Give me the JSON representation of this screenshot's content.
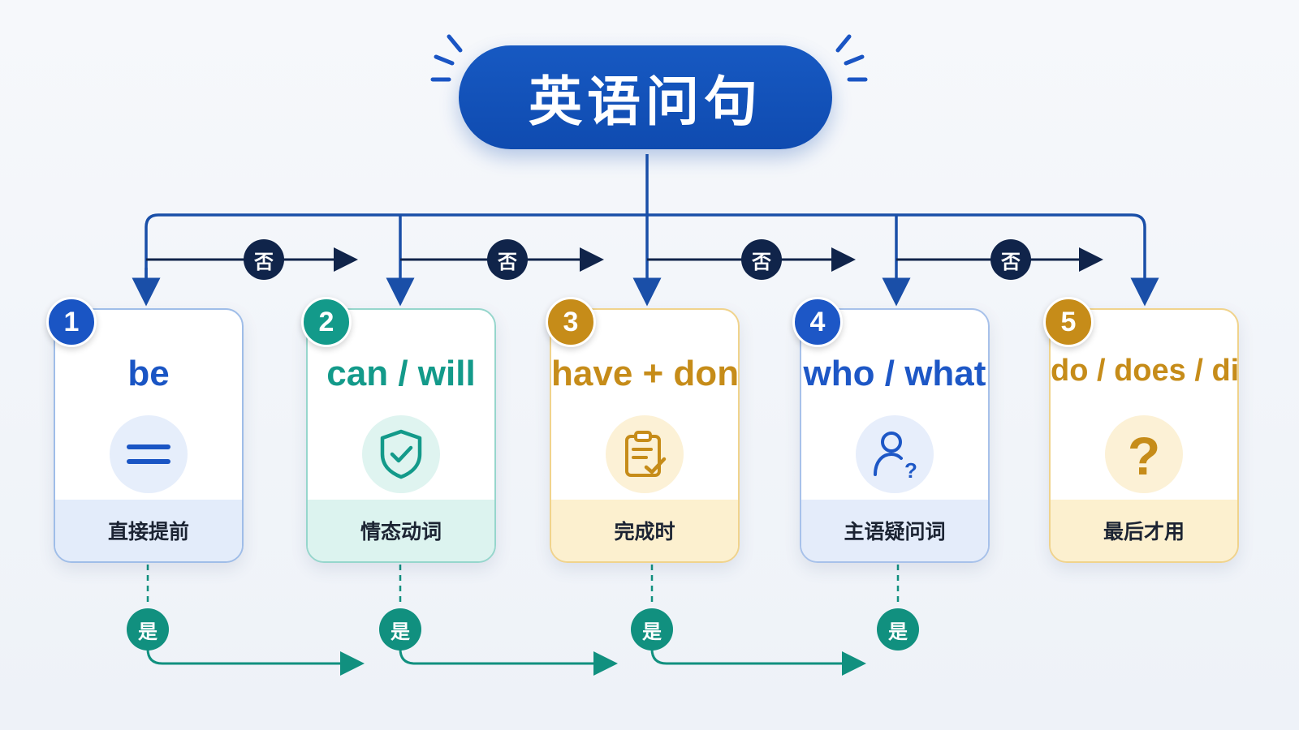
{
  "title": "英语问句",
  "no_label": "否",
  "yes_label": "是",
  "steps": [
    {
      "number": "1",
      "keyword": "be",
      "label": "直接提前",
      "icon": "equals-icon",
      "color": "#1a55c4",
      "border": "#9fbde8",
      "bottom_bg": "#e3ecfa",
      "icon_bg": "#e6eefb"
    },
    {
      "number": "2",
      "keyword": "can / will",
      "label": "情态动词",
      "icon": "shield-check-icon",
      "color": "#139a8a",
      "border": "#96d6cc",
      "bottom_bg": "#dcf3ef",
      "icon_bg": "#dff4f0"
    },
    {
      "number": "3",
      "keyword": "have + done",
      "label": "完成时",
      "icon": "clipboard-check-icon",
      "color": "#c68c19",
      "border": "#f0d38c",
      "bottom_bg": "#fcf0cf",
      "icon_bg": "#fcf1d6"
    },
    {
      "number": "4",
      "keyword": "who / what",
      "label": "主语疑问词",
      "icon": "person-question-icon",
      "color": "#1d57c6",
      "border": "#a7c1ea",
      "bottom_bg": "#e4ecfa",
      "icon_bg": "#e7eefb"
    },
    {
      "number": "5",
      "keyword": "do / does / did",
      "label": "最后才用",
      "icon": "question-mark-icon",
      "color": "#c68c19",
      "border": "#f0d38c",
      "bottom_bg": "#fcf0cf",
      "icon_bg": "#fcf1d6"
    }
  ]
}
